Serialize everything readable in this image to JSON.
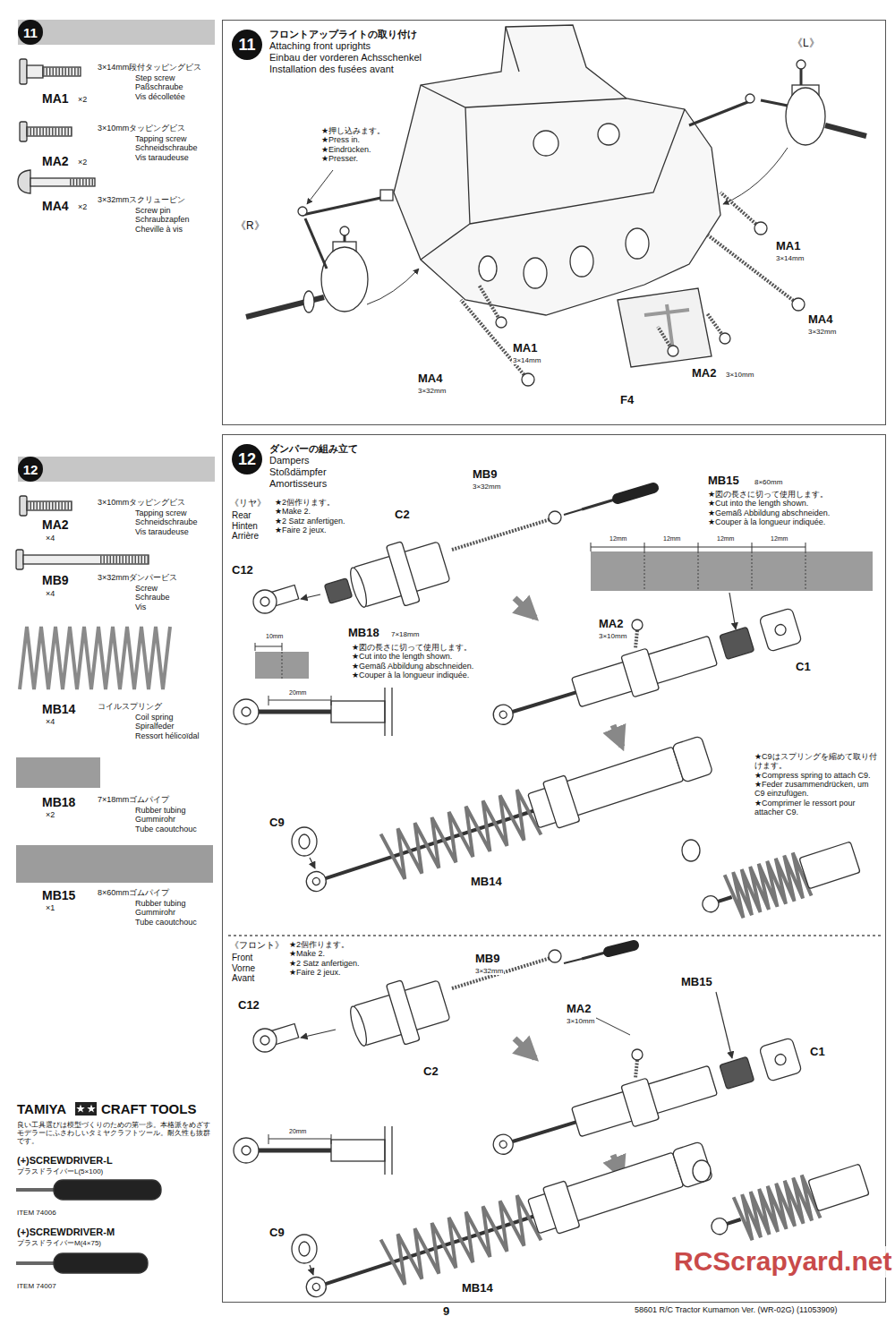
{
  "diagram": {
    "nodes": [
      {
        "text": [
          "11"
        ]
      },
      {
        "text": [
          "11",
          "フロントアップライトの取り付け",
          "Attaching front uprights",
          "Einbau der vorderen Achsschenkel",
          "Installation des fusées avant"
        ]
      },
      {
        "text": [
          "12"
        ]
      },
      {
        "text": [
          "12",
          "ダンパーの組み立て",
          "Dampers",
          "Stoßdämpfer",
          "Amortisseurs"
        ]
      }
    ],
    "labels": [
      "3×14mm段付タッピングビス",
      "Step screw",
      "Paßschraube",
      "Vis décolletée",
      "MA1",
      "×2",
      "3×10mmタッピングビス",
      "Tapping screw",
      "Schneidschraube",
      "Vis taraudeuse",
      "MA2",
      "×2",
      "3×32mmスクリューピン",
      "Screw pin",
      "Schraubzapfen",
      "Cheville à vis",
      "MA4",
      "×2",
      "《L》",
      "★押し込みます。",
      "★Press in.",
      "★Eindrücken.",
      "★Presser.",
      "《R》",
      "MA1",
      "3×14mm",
      "MA4",
      "3×32mm",
      "MA1",
      "3×14mm",
      "MA4",
      "3×32mm",
      "F4",
      "MA2",
      "3×10mm",
      "3×10mmタッピングビス",
      "Tapping screw",
      "Schneidschraube",
      "Vis taraudeuse",
      "MA2",
      "×4",
      "3×32mmダンパービス",
      "Screw",
      "Schraube",
      "Vis",
      "MB9",
      "×4",
      "MB14",
      "×4",
      "コイルスプリング",
      "Coil spring",
      "Spiralfeder",
      "Ressort hélicoïdal",
      "MB18",
      "×2",
      "7×18mmゴムパイプ",
      "Rubber tubing",
      "Gummirohr",
      "Tube caoutchouc",
      "MB15",
      "×1",
      "8×60mmゴムパイプ",
      "Rubber tubing",
      "Gummirohr",
      "Tube caoutchouc",
      "TAMIYA",
      "CRAFT TOOLS",
      "良い工具選びは模型づくりのための第一歩。本格派をめざすモデラーにふさわしいタミヤクラフトツール。耐久性も抜群です。",
      "(+)SCREWDRIVER-L",
      "プラスドライバーL(5×100)",
      "ITEM 74006",
      "(+)SCREWDRIVER-M",
      "プラスドライバーM(4×75)",
      "ITEM 74007",
      "《リヤ》",
      "Rear",
      "Hinten",
      "Arrière",
      "★2個作ります。",
      "★Make 2.",
      "★2 Satz anfertigen.",
      "★Faire 2 jeux.",
      "C2",
      "MB9",
      "3×32mm",
      "C12",
      "MB18",
      "7×18mm",
      "★図の長さに切って使用します。",
      "★Cut into the length shown.",
      "★Gemäß Abbildung abschneiden.",
      "★Couper à la longueur indiquée.",
      "10mm",
      "20mm",
      "MB15",
      "8×60mm",
      "★図の長さに切って使用します。",
      "★Cut into the length shown.",
      "★Gemäß Abbildung abschneiden.",
      "★Couper à la longueur indiquée.",
      "12mm",
      "12mm",
      "12mm",
      "12mm",
      "MA2",
      "3×10mm",
      "C1",
      "C9",
      "MB14",
      "★C9はスプリングを縮めて取り付けます。",
      "★Compress spring to attach C9.",
      "★Feder zusammendrücken, um C9 einzufügen.",
      "★Comprimer le ressort pour attacher C9.",
      "《フロント》",
      "Front",
      "Vorne",
      "Avant",
      "★2個作ります。",
      "★Make 2.",
      "★2 Satz anfertigen.",
      "★Faire 2 jeux.",
      "MB9",
      "3×32mm",
      "C12",
      "C2",
      "MA2",
      "3×10mm",
      "MB15",
      "C1",
      "20mm",
      "C9",
      "MB14",
      "9",
      "58601 R/C Tractor Kumamon Ver. (WR-02G) (11053909)",
      "RCScrapyard.net"
    ]
  }
}
